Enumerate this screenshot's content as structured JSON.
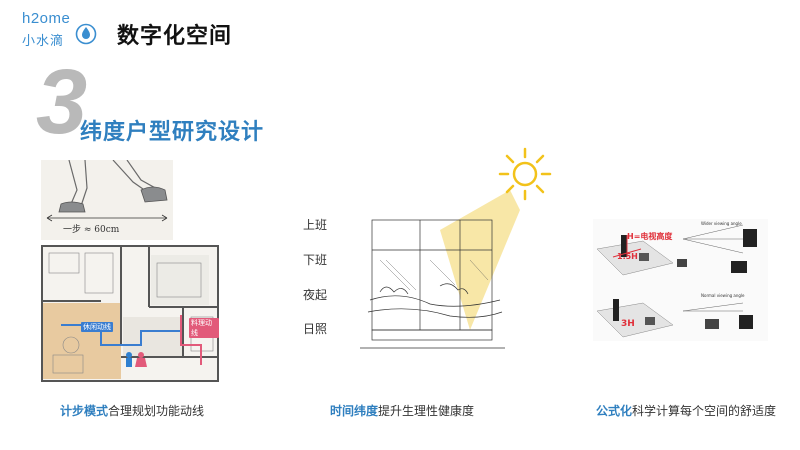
{
  "header": {
    "logo_top": "h2ome",
    "logo_bottom": "小水滴",
    "title": "数字化空间"
  },
  "section": {
    "number": "3",
    "title": "纬度户型研究设计"
  },
  "panel_left": {
    "sketch_caption": "一步 ≈ 60cm",
    "plan_tags": [
      "休闲动线",
      "料理动线"
    ],
    "caption_highlight": "计步模式",
    "caption_rest": "合理规划功能动线"
  },
  "panel_middle": {
    "time_labels": [
      "上班",
      "下班",
      "夜起",
      "日照"
    ],
    "caption_highlight": "时间纬度",
    "caption_rest": "提升生理性健康度"
  },
  "panel_right": {
    "label_top_formula": "H=电视高度",
    "label_top_dim": "1.5H",
    "label_bottom_dim": "3H",
    "label_wide": "Wider viewing angle",
    "label_normal": "Normal viewing angle",
    "caption_highlight": "公式化",
    "caption_rest": "科学计算每个空间的舒适度"
  },
  "colors": {
    "accent": "#2f7fbf",
    "number_grey": "#b9b9b9",
    "sun": "#f2c21a",
    "light_beam": "#f6df8a"
  }
}
